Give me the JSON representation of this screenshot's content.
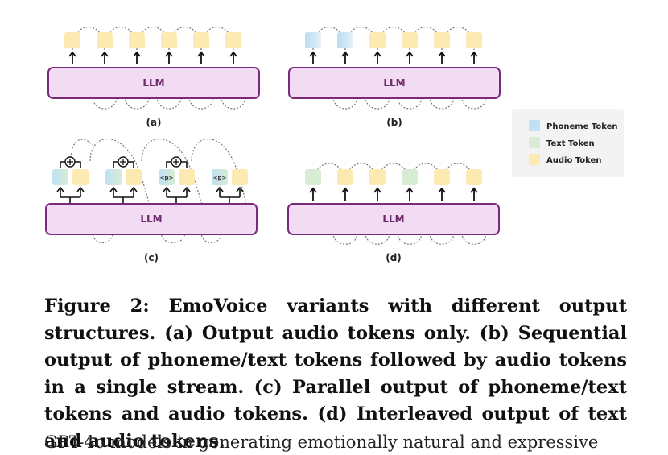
{
  "figure": {
    "panels": [
      {
        "label": "(a)",
        "llm": "LLM"
      },
      {
        "label": "(b)",
        "llm": "LLM"
      },
      {
        "label": "(c)",
        "llm": "LLM"
      },
      {
        "label": "(d)",
        "llm": "LLM"
      }
    ],
    "placeholder_token": "<p>",
    "legend": [
      {
        "label": "Phoneme Token",
        "color": "#bfe0f5"
      },
      {
        "label": "Text Token",
        "color": "#d8ecd4"
      },
      {
        "label": "Audio Token",
        "color": "#fde9b2"
      }
    ],
    "colors": {
      "llm_fill": "#f2dcf3",
      "llm_border": "#7a2a7a",
      "arrow": "#111111",
      "dashed": "#777777"
    }
  },
  "caption": "Figure 2: EmoVoice variants with different output structures. (a) Output audio tokens only. (b) Sequential output of phoneme/text tokens followed by audio tokens in a single stream. (c) Parallel output of phoneme/text tokens and audio tokens. (d) Interleaved output of text and audio tokens.",
  "body_text": "GPT-4o models in generating emotionally natural and expressive"
}
